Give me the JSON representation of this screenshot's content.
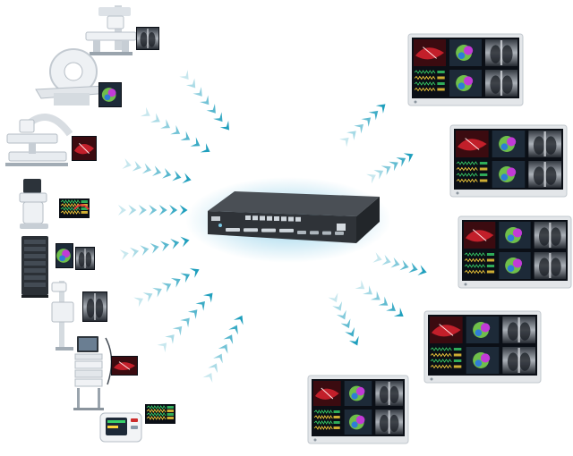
{
  "diagram": {
    "colors": {
      "arrow": "#1f9fbd",
      "arrow_light": "#cfeef5",
      "device_body": "#e9edf1",
      "device_dark": "#2b3036",
      "router_body": "#2f3338",
      "port": "#cfd6dc",
      "monitor_frame": "#e3e6e9",
      "screen_bg": "#0b0f16",
      "xray": "#c9cfd6",
      "red_scan": "#c21f2a",
      "ecg_green": "#38d26a",
      "ecg_yellow": "#ffd43b",
      "glow": "#3aa9d6"
    },
    "sources": [
      {
        "kind": "xray-room",
        "icon": "x-ray-system-icon",
        "thumb": "xray"
      },
      {
        "kind": "ct-scanner",
        "icon": "ct-scanner-icon",
        "thumb": "color-scan"
      },
      {
        "kind": "c-arm",
        "icon": "c-arm-icon",
        "thumb": "red-angio"
      },
      {
        "kind": "ultrasound",
        "icon": "ultrasound-cart-icon",
        "thumb": "dark-monitor"
      },
      {
        "kind": "pacs-server",
        "icon": "server-rack-icon",
        "thumb": "xray"
      },
      {
        "kind": "mobile-xray",
        "icon": "mobile-xray-icon",
        "thumb": "chest-xray"
      },
      {
        "kind": "endoscopy",
        "icon": "endoscopy-tower-icon",
        "thumb": "red-scan"
      },
      {
        "kind": "patient-monitor",
        "icon": "patient-monitor-icon",
        "thumb": "ecg"
      }
    ],
    "hub": {
      "icon": "video-processor-icon",
      "port_count": 8
    },
    "outputs": [
      {
        "layout": "quad",
        "icon": "display-monitor-icon"
      },
      {
        "layout": "quad",
        "icon": "display-monitor-icon"
      },
      {
        "layout": "quad",
        "icon": "display-monitor-icon"
      },
      {
        "layout": "quad",
        "icon": "display-monitor-icon"
      },
      {
        "layout": "quad",
        "icon": "display-monitor-icon"
      }
    ]
  }
}
